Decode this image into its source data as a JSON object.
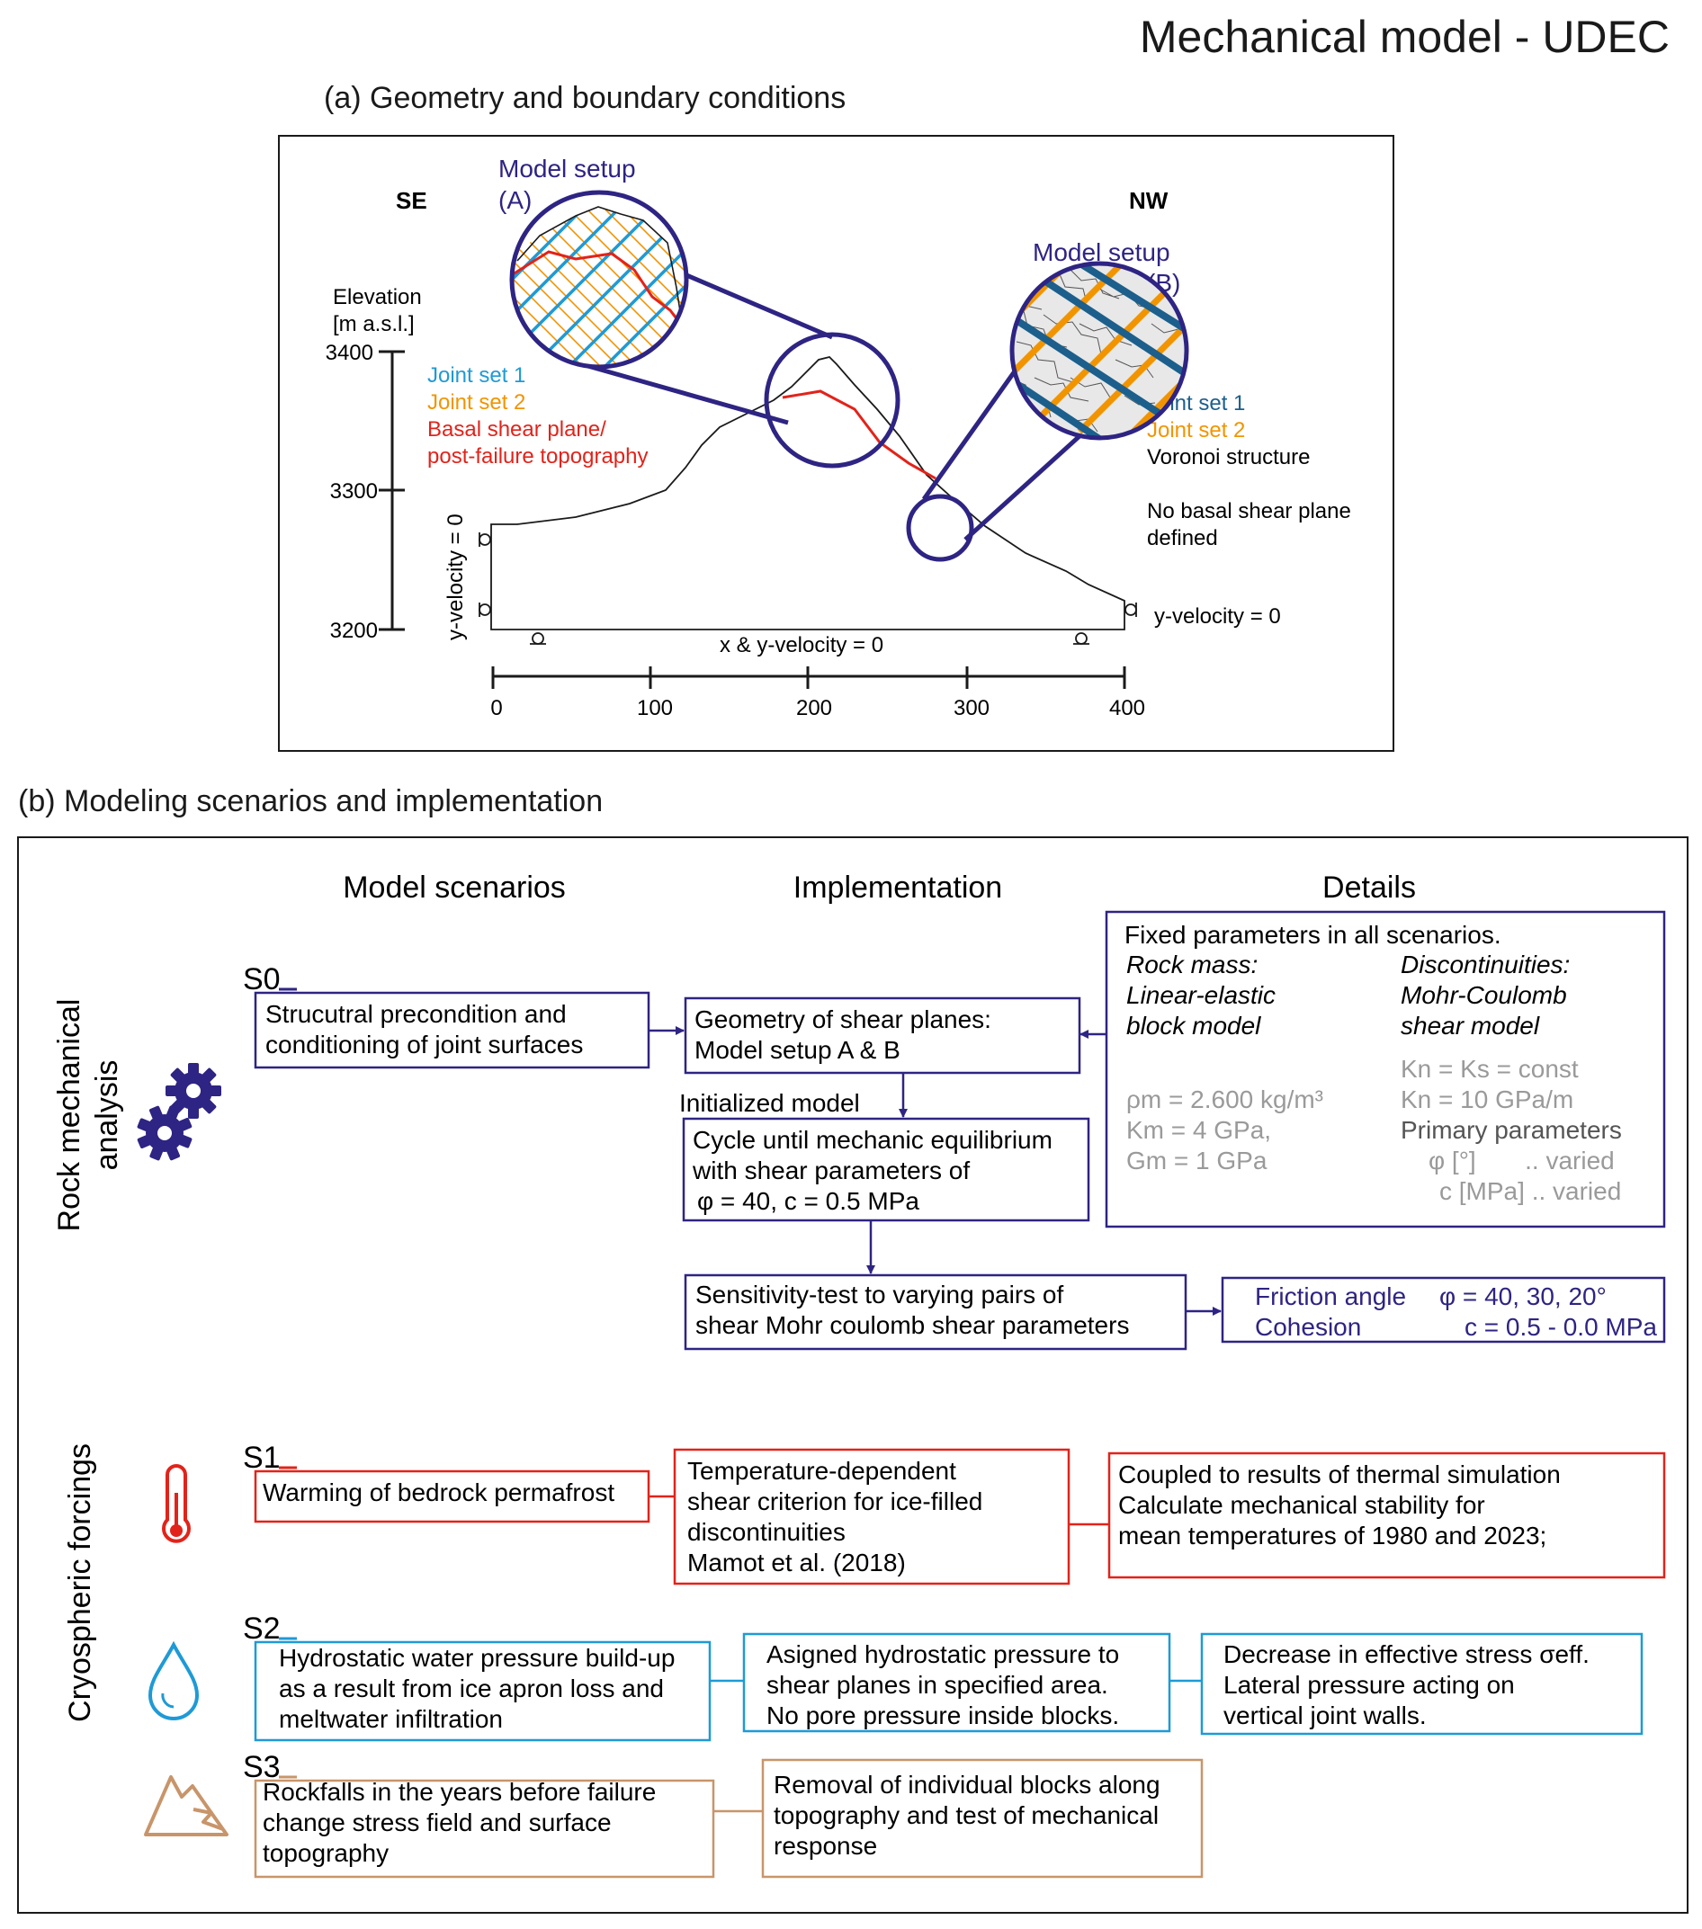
{
  "title": "Mechanical model - UDEC",
  "colors": {
    "purple": "#2e2483",
    "red": "#e2231a",
    "blue": "#1e9ad6",
    "orange": "#f29400",
    "darkblue": "#1c5f8c",
    "tan": "#c8956a",
    "gray": "#9a9a9a"
  },
  "panel_a": {
    "heading": "(a) Geometry and boundary conditions",
    "se": "SE",
    "nw": "NW",
    "setup_a": [
      "Model setup",
      "(A)"
    ],
    "setup_b": [
      "Model setup",
      "(B)"
    ],
    "elevation_label": [
      "Elevation",
      "[m a.s.l.]"
    ],
    "y_ticks": [
      "3400",
      "3300",
      "3200"
    ],
    "x_ticks": [
      "0",
      "100",
      "200",
      "300",
      "400"
    ],
    "legend_left": {
      "joint1": "Joint set 1",
      "joint2": "Joint set 2",
      "shear1": "Basal shear plane/",
      "shear2": "post-failure topography"
    },
    "legend_right": {
      "joint1": "Joint set 1",
      "joint2": "Joint set 2",
      "voronoi": "Voronoi structure",
      "noshear1": "No basal shear plane",
      "noshear2": "defined"
    },
    "bc_left": "y-velocity = 0",
    "bc_right": "y-velocity = 0",
    "bc_bottom": "x & y-velocity = 0"
  },
  "panel_b": {
    "heading": "(b) Modeling scenarios and implementation",
    "col_scenarios": "Model scenarios",
    "col_implementation": "Implementation",
    "col_details": "Details",
    "side_rock": [
      "Rock mechanical",
      "analysis"
    ],
    "side_cryo": "Cryospheric forcings",
    "s0": {
      "label": "S0",
      "scenario": [
        "Strucutral precondition and",
        "conditioning of joint surfaces"
      ],
      "geometry": [
        "Geometry of shear planes:",
        "Model setup A & B"
      ],
      "initialized": "Initialized model",
      "cycle": [
        "Cycle until mechanic equilibrium",
        "with shear parameters of",
        "φ = 40, c = 0.5 MPa"
      ],
      "sensitivity": [
        "Sensitivity-test to varying pairs of",
        "shear Mohr coulomb shear parameters"
      ],
      "friction": "Friction angle",
      "friction_val": "φ = 40, 30, 20°",
      "cohesion": "Cohesion",
      "cohesion_val": "c = 0.5 - 0.0 MPa",
      "details": {
        "title": "Fixed parameters in all scenarios.",
        "rock_head": [
          "Rock mass:",
          "Linear-elastic",
          "block model"
        ],
        "disc_head": [
          "Discontinuities:",
          "Mohr-Coulomb",
          "shear model"
        ],
        "rock_params": [
          "ρm = 2.600 kg/m³",
          "Km = 4 GPa,",
          "Gm = 1 GPa"
        ],
        "disc_params": [
          "Kn = Ks = const",
          "Kn = 10 GPa/m"
        ],
        "primary": "Primary parameters",
        "phi_varied": "φ [°]       .. varied",
        "c_varied": "c [MPa] .. varied"
      }
    },
    "s1": {
      "label": "S1",
      "scenario": "Warming of bedrock permafrost",
      "implementation": [
        "Temperature-dependent",
        "shear criterion for ice-filled",
        "discontinuities",
        "Mamot et al. (2018)"
      ],
      "details": [
        "Coupled to results of thermal simulation",
        "Calculate mechanical stability for",
        "mean temperatures of 1980 and  2023;"
      ]
    },
    "s2": {
      "label": "S2",
      "scenario": [
        "Hydrostatic water pressure build-up",
        "as a result from ice apron loss and",
        "meltwater infiltration"
      ],
      "implementation": [
        "Asigned hydrostatic pressure to",
        "shear planes in specified area.",
        "No pore pressure inside blocks."
      ],
      "details": [
        "Decrease in effective stress σeff.",
        "Lateral pressure acting on",
        "vertical joint walls."
      ]
    },
    "s3": {
      "label": "S3",
      "scenario": [
        "Rockfalls in the years before failure",
        "change stress field and surface",
        "topography"
      ],
      "implementation": [
        "Removal of individual blocks along",
        "topography and test of mechanical",
        "response"
      ]
    }
  }
}
